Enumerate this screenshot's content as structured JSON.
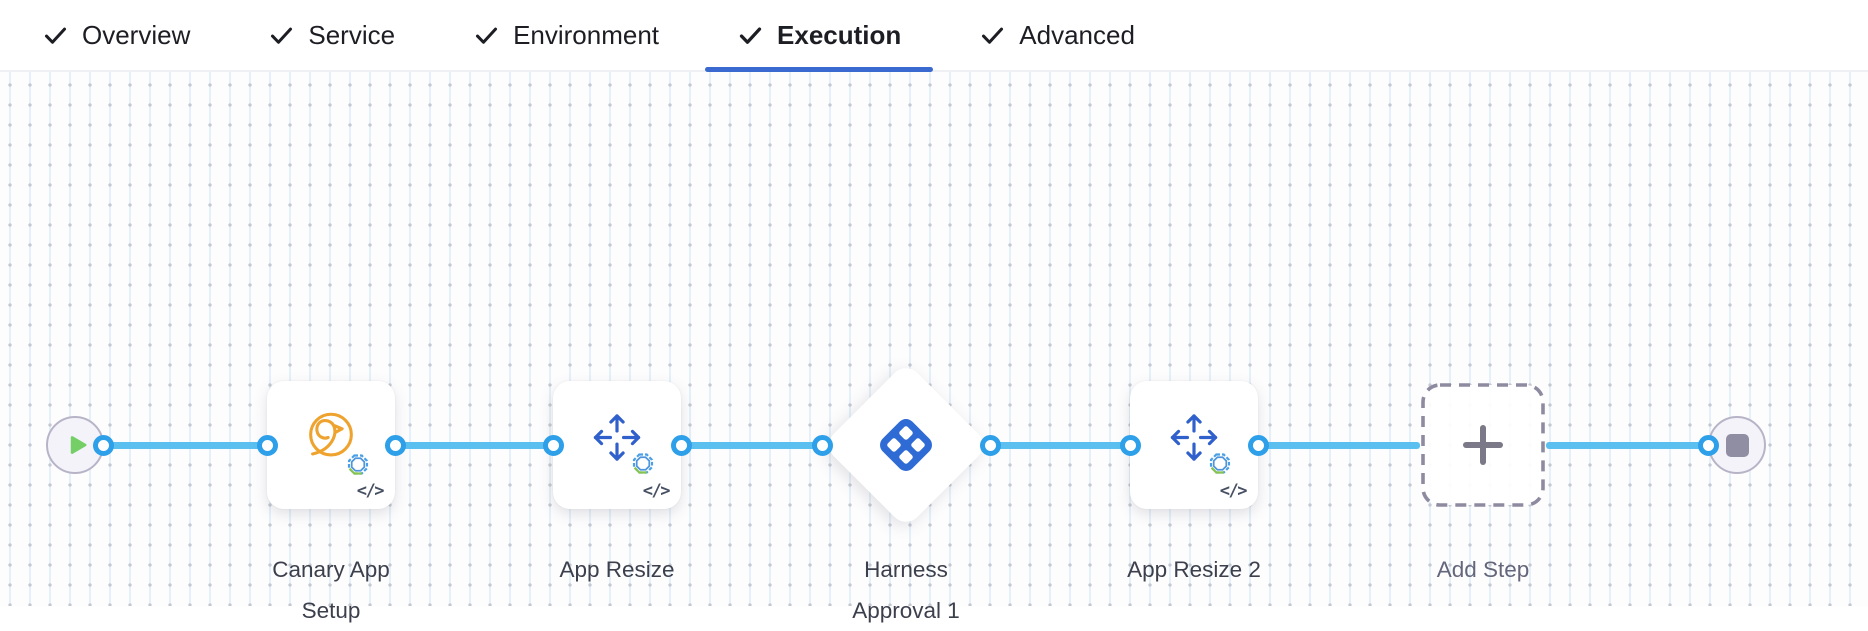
{
  "header": {
    "tabs": [
      {
        "label": "Overview",
        "checked": true,
        "active": false
      },
      {
        "label": "Service",
        "checked": true,
        "active": false
      },
      {
        "label": "Environment",
        "checked": true,
        "active": false
      },
      {
        "label": "Execution",
        "checked": true,
        "active": true
      },
      {
        "label": "Advanced",
        "checked": true,
        "active": false
      }
    ],
    "active_tab": "Execution",
    "accent_color": "#3a6ad0"
  },
  "pipeline": {
    "steps": [
      {
        "type": "start"
      },
      {
        "type": "step",
        "label": "Canary App Setup",
        "icon": "tanzu-bird-icon"
      },
      {
        "type": "step",
        "label": "App Resize",
        "icon": "resize-arrows-icon"
      },
      {
        "type": "approval",
        "label": "Harness Approval 1",
        "icon": "harness-logo-icon"
      },
      {
        "type": "step",
        "label": "App Resize 2",
        "icon": "resize-arrows-icon"
      },
      {
        "type": "add-step",
        "label": "Add Step",
        "icon": "plus-icon"
      },
      {
        "type": "end"
      }
    ],
    "icons": {
      "code": "</>"
    },
    "colors": {
      "edge": "#5bc0f0",
      "connector_ring": "#2e9fe9",
      "harness_blue": "#2f6bd4",
      "arrows_blue": "#3060cc",
      "tanzu_orange": "#efa32f",
      "play_green": "#74d066",
      "stop_grey": "#908ea2"
    }
  }
}
